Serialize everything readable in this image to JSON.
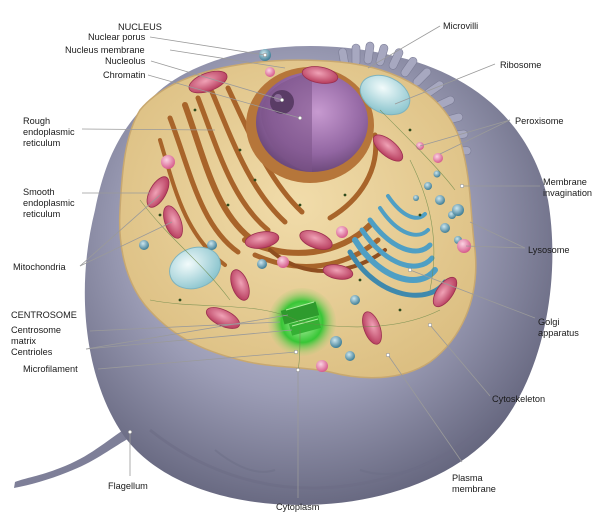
{
  "labels": {
    "nucleus": "NUCLEUS",
    "nuclear_porus": "Nuclear porus",
    "nucleus_membrane": "Nucleus membrane",
    "nucleolus": "Nucleolus",
    "chromatin": "Chromatin",
    "rough_er_1": "Rough",
    "rough_er_2": "endoplasmic",
    "rough_er_3": "reticulum",
    "smooth_er_1": "Smooth",
    "smooth_er_2": "endoplasmic",
    "smooth_er_3": "reticulum",
    "mitochondria": "Mitochondria",
    "centrosome": "CENTROSOME",
    "centrosome_matrix_1": "Centrosome",
    "centrosome_matrix_2": "matrix",
    "centrioles": "Centrioles",
    "microfilament": "Microfilament",
    "flagellum": "Flagellum",
    "cytoplasm": "Cytoplasm",
    "plasma_membrane_1": "Plasma",
    "plasma_membrane_2": "membrane",
    "cytoskeleton": "Cytoskeleton",
    "golgi_1": "Golgi",
    "golgi_2": "apparatus",
    "lysosome": "Lysosome",
    "membrane_invagination_1": "Membrane",
    "membrane_invagination_2": "invagination",
    "peroxisome": "Peroxisome",
    "ribosome": "Ribosome",
    "microvilli": "Microvilli"
  },
  "colors": {
    "cytoplasm": "#e8cf96",
    "membrane_shell": "#8e8fa8",
    "nucleus": "#9b6fa8",
    "rough_er": "#a8642a",
    "golgi": "#4f9fc4",
    "mitochondria": "#c9506e",
    "centrosome": "#3ec43a",
    "vacuole": "#bfe3e6"
  }
}
